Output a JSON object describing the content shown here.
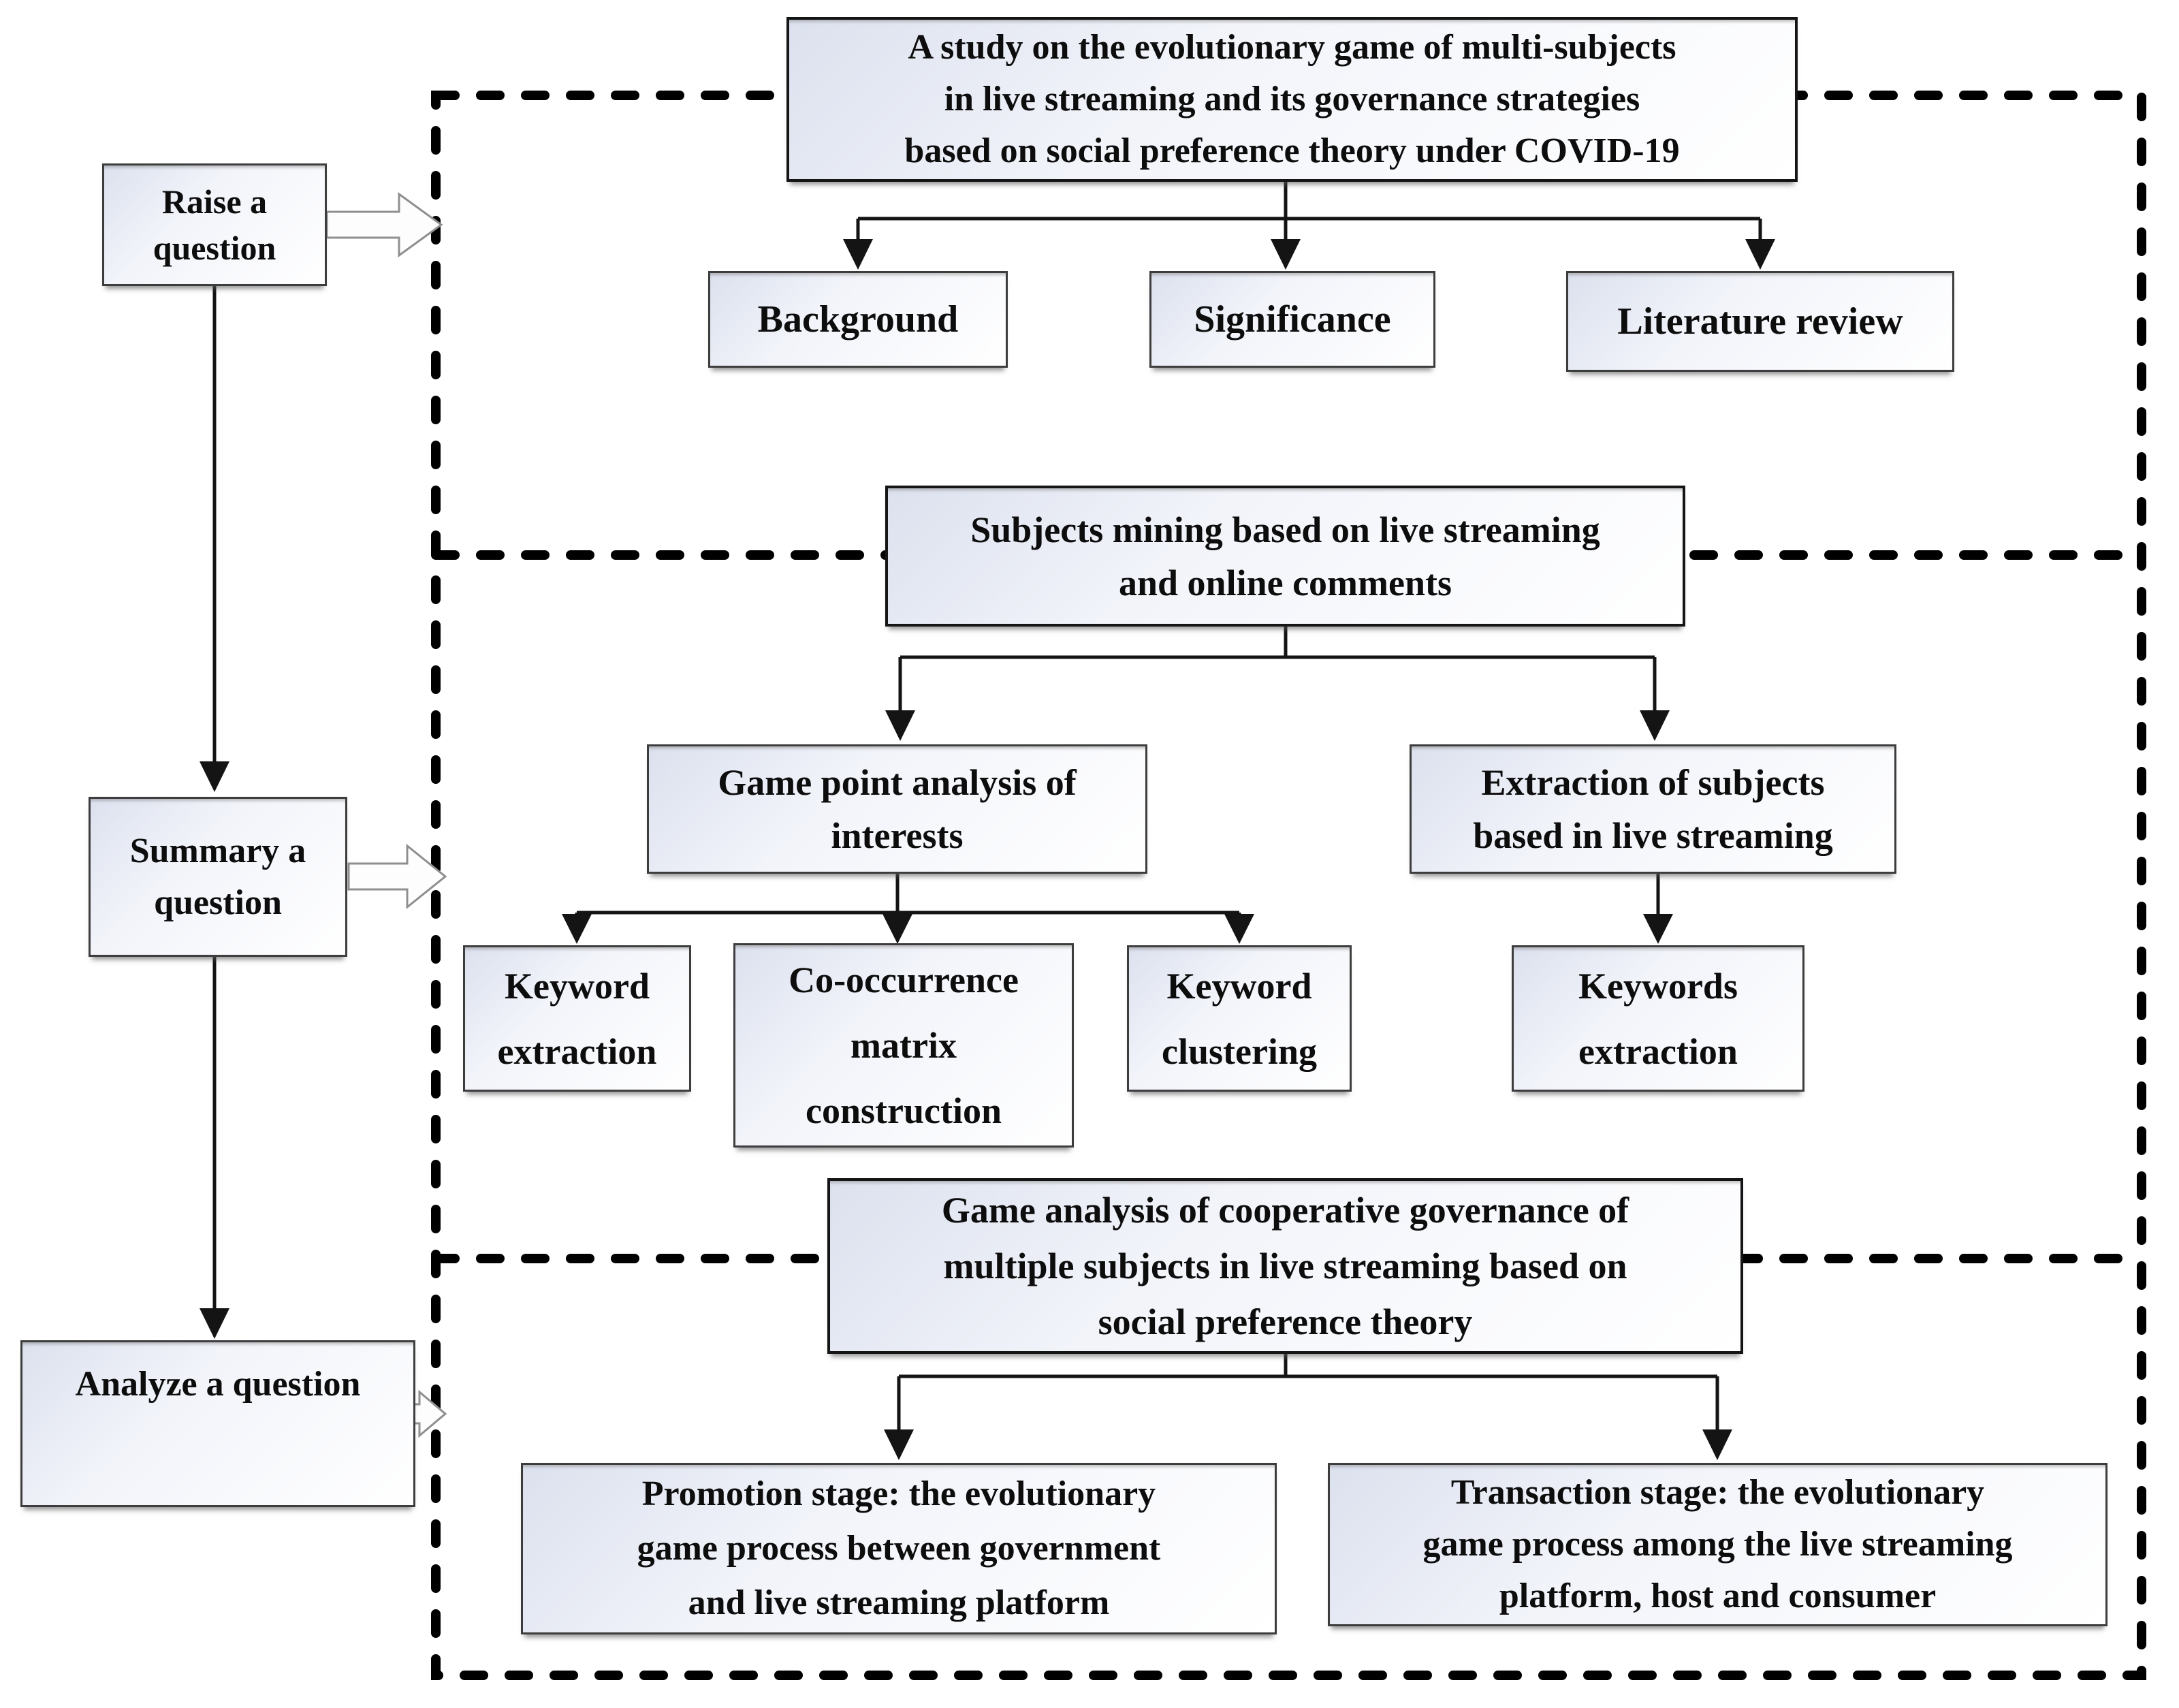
{
  "palette": {
    "background": "#ffffff",
    "text": "#0d0d0d",
    "box_border": "#3d3d3d",
    "strong_border": "#151515",
    "box_fill_top": "#dce1ee",
    "box_fill_bottom": "#ffffff",
    "connector": "#141414",
    "dashed_frame": "#000000",
    "block_arrow_fill": "#fdfdfd",
    "block_arrow_outline": "#8f8f8f"
  },
  "left_column": {
    "raise_question": {
      "line1": "Raise a",
      "line2": "question"
    },
    "summary_question": {
      "line1": "Summary a",
      "line2": "question"
    },
    "analyze_question": {
      "label": "Analyze a question"
    }
  },
  "top_section": {
    "title": {
      "line1": "A study on the evolutionary game of multi-subjects",
      "line2": "in live streaming and its governance strategies",
      "line3": "based on social preference theory under COVID-19"
    },
    "background_label": "Background",
    "significance_label": "Significance",
    "literature_label": "Literature review"
  },
  "middle_section": {
    "header": {
      "line1": "Subjects mining based on live streaming",
      "line2": "and online comments"
    },
    "game_point": {
      "line1": "Game point analysis of",
      "line2": "interests"
    },
    "extraction_subjects": {
      "line1": "Extraction of subjects",
      "line2": "based in live streaming"
    },
    "keyword_extraction": {
      "line1": "Keyword",
      "line2": "extraction"
    },
    "cooccurrence": {
      "line1": "Co-occurrence",
      "line2": "matrix",
      "line3": "construction"
    },
    "keyword_clustering": {
      "line1": "Keyword",
      "line2": "clustering"
    },
    "keywords_extraction": {
      "line1": "Keywords",
      "line2": "extraction"
    }
  },
  "bottom_section": {
    "header": {
      "line1": "Game analysis of cooperative governance of",
      "line2": "multiple subjects in live streaming based on",
      "line3": "social preference theory"
    },
    "promotion": {
      "line1": "Promotion stage: the evolutionary",
      "line2": "game process between government",
      "line3": "and live streaming platform"
    },
    "transaction": {
      "line1": "Transaction stage: the evolutionary",
      "line2": "game process among the live streaming",
      "line3": "platform, host and consumer"
    }
  }
}
